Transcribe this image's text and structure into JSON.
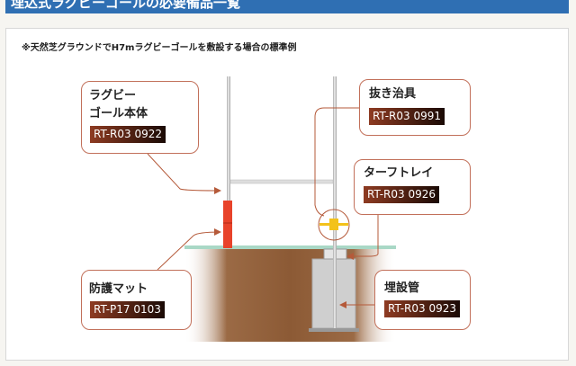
{
  "header": {
    "title": "埋込式ラグビーゴールの必要備品一覧"
  },
  "note": "※天然芝グラウンドでH7mラグビーゴールを敷設する場合の標準例",
  "parts": [
    {
      "name": "ラグビー\nゴール本体",
      "code": "RT-R03 0922"
    },
    {
      "name": "抜き治具",
      "code": "RT-R03 0991"
    },
    {
      "name": "ターフトレイ",
      "code": "RT-R03 0926"
    },
    {
      "name": "防護マット",
      "code": "RT-P17 0103"
    },
    {
      "name": "埋設管",
      "code": "RT-R03 0923"
    }
  ],
  "colors": {
    "header": "#2f6fb3",
    "callout": "#c2705a",
    "pad": "#e8432a"
  }
}
